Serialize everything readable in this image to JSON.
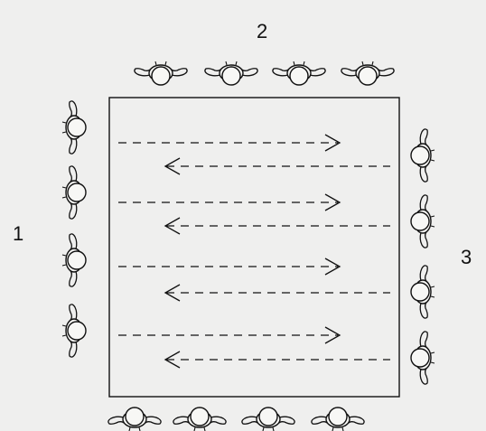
{
  "labels": {
    "left": "1",
    "top": "2",
    "right": "3"
  },
  "people": {
    "left_count": 4,
    "top_count": 4,
    "right_count": 4,
    "bottom_count": 4,
    "icon": "person-top-view-icon"
  },
  "arrows": {
    "pairs": 4,
    "pattern": [
      "right",
      "left"
    ],
    "style": "dashed"
  },
  "colors": {
    "background": "#efefee",
    "ink": "#111111"
  }
}
